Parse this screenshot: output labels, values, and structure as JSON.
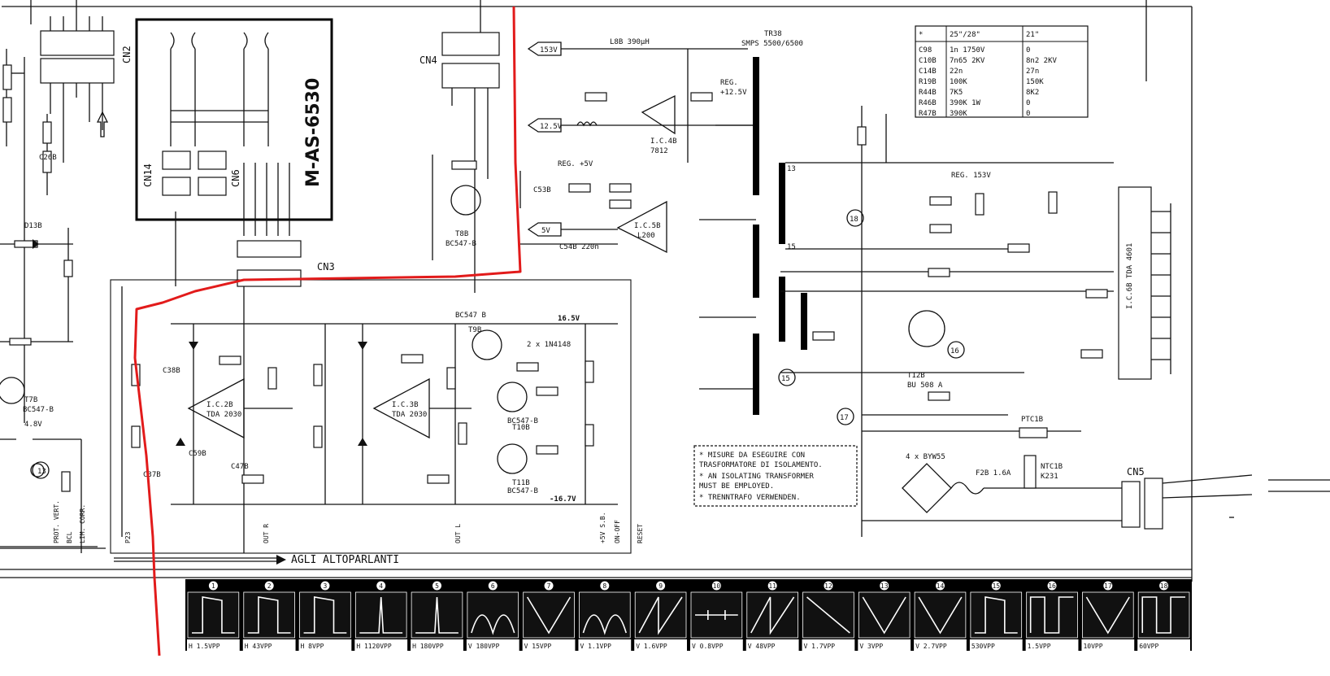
{
  "board_label": "M-AS-6530",
  "speakers_label": "AGLI  ALTOPARLANTI",
  "transformer": "TR38\nSMPS 5500/6500",
  "connectors": {
    "cn2": "CN2",
    "cn3": "CN3",
    "cn4": "CN4",
    "cn5": "CN5",
    "cn6": "CN6",
    "cn14": "CN14"
  },
  "rails": {
    "v153": "153V",
    "v12_5": "12.5V",
    "v5": "5V",
    "reg5": "REG. +5V",
    "reg12_5": "REG. +12.5V",
    "reg153": "REG. 153V",
    "v16_5": "16.5V",
    "vm16_7": "-16.7V",
    "ic4b": "I.C.4B\n7812",
    "ic5b": "I.C.5B\nL200",
    "ic6b": "I.C.6B\nTDA 4601"
  },
  "ics": [
    {
      "name": "I.C.2B",
      "part": "TDA 2030"
    },
    {
      "name": "I.C.3B",
      "part": "TDA 2030"
    }
  ],
  "transistors": [
    {
      "name": "T7B",
      "part": "BC547-B"
    },
    {
      "name": "T8B",
      "part": "BC547-B"
    },
    {
      "name": "T9B",
      "part": "BC547 B"
    },
    {
      "name": "T10B",
      "part": "BC547-B"
    },
    {
      "name": "T11B",
      "part": "BC547-B"
    },
    {
      "name": "T12B",
      "part": "BU 508 A"
    }
  ],
  "signals": [
    "PROT. VERT.",
    "BCL",
    "LIM. CORR.",
    "P23",
    "OUT R",
    "OUT L",
    "+5V S.B.",
    "ON-OFF",
    "RESET"
  ],
  "note": "* MISURE DA ESEGUIRE CON TRASFORMATORE DI ISOLAMENTO.\n* AN ISOLATING TRANSFORMER MUST BE EMPLOYED.\n* TRENNTRAFO VERWENDEN.",
  "table": {
    "header": [
      "*",
      "25\"/28\"",
      "21\""
    ],
    "rows": [
      [
        "C98",
        "1n 1750V",
        "0"
      ],
      [
        "C10B",
        "7n65 2KV",
        "8n2 2KV"
      ],
      [
        "C14B",
        "22n",
        "27n"
      ],
      [
        "R19B",
        "100K",
        "150K"
      ],
      [
        "R44B",
        "7K5",
        "8K2"
      ],
      [
        "R46B",
        "390K 1W",
        "0"
      ],
      [
        "R47B",
        "390K",
        "0"
      ]
    ]
  },
  "waveforms": [
    {
      "n": "1",
      "label": "H  1.5VPP",
      "shape": "pulse"
    },
    {
      "n": "2",
      "label": "H  43VPP",
      "shape": "pulse"
    },
    {
      "n": "3",
      "label": "H  8VPP",
      "shape": "pulse"
    },
    {
      "n": "4",
      "label": "H 1120VPP",
      "shape": "spike"
    },
    {
      "n": "5",
      "label": "H  180VPP",
      "shape": "spike"
    },
    {
      "n": "6",
      "label": "V  180VPP",
      "shape": "arch"
    },
    {
      "n": "7",
      "label": "V  15VPP",
      "shape": "tri"
    },
    {
      "n": "8",
      "label": "V  1.1VPP",
      "shape": "arch"
    },
    {
      "n": "9",
      "label": "V  1.6VPP",
      "shape": "saw"
    },
    {
      "n": "10",
      "label": "V  0.8VPP",
      "shape": "flat"
    },
    {
      "n": "11",
      "label": "V  48VPP",
      "shape": "saw"
    },
    {
      "n": "12",
      "label": "V  1.7VPP",
      "shape": "ramp"
    },
    {
      "n": "13",
      "label": "V  3VPP",
      "shape": "tri"
    },
    {
      "n": "14",
      "label": "V  2.7VPP",
      "shape": "tri"
    },
    {
      "n": "15",
      "label": "530VPP",
      "shape": "pulse"
    },
    {
      "n": "16",
      "label": "1.5VPP",
      "shape": "square"
    },
    {
      "n": "17",
      "label": "10VPP",
      "shape": "tri"
    },
    {
      "n": "18",
      "label": "60VPP",
      "shape": "square"
    }
  ],
  "colors": {
    "ink": "#111111",
    "markup": "#e21b1b",
    "panel": "#000000",
    "wave": "#ffffff"
  }
}
